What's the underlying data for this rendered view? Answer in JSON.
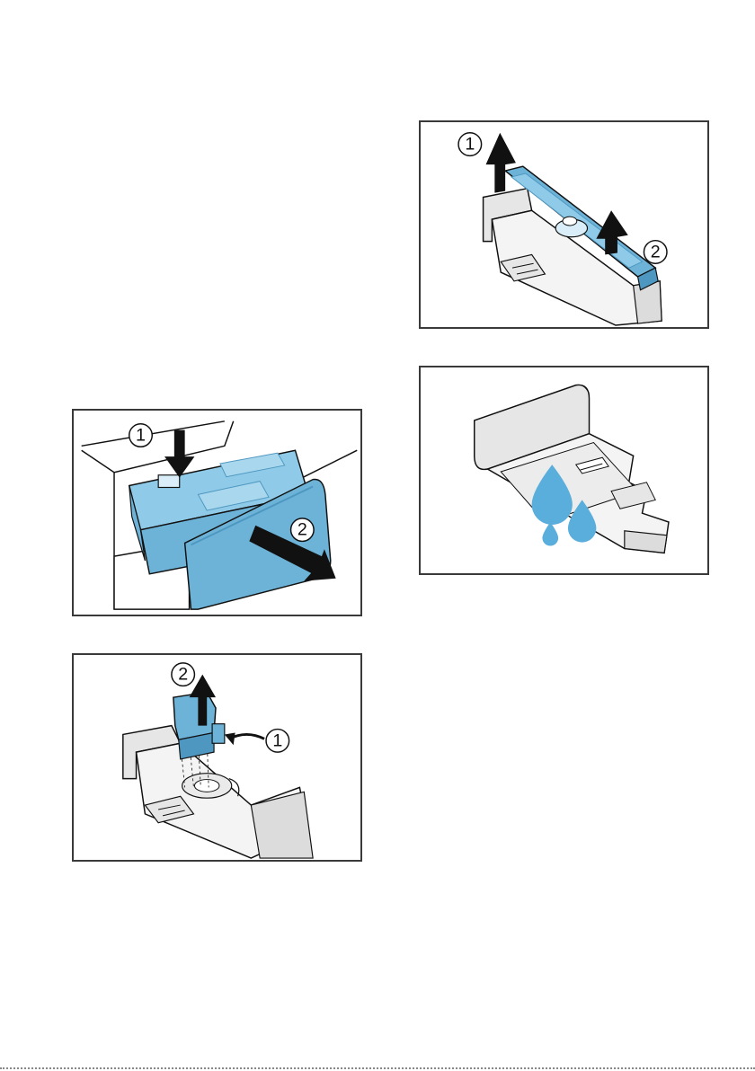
{
  "figures": [
    {
      "id": "drawer-remove",
      "callouts": [
        "1",
        "2"
      ]
    },
    {
      "id": "siphon-remove",
      "callouts": [
        "1",
        "2"
      ]
    },
    {
      "id": "insert-remove",
      "callouts": [
        "1",
        "2"
      ]
    },
    {
      "id": "drawer-rinse",
      "callouts": []
    }
  ],
  "colors": {
    "part_blue": "#6db3d8",
    "part_blue_dark": "#4e97c0",
    "water_blue": "#5aaedb",
    "outline": "#111111",
    "housing_grey": "#e6e6e6"
  }
}
